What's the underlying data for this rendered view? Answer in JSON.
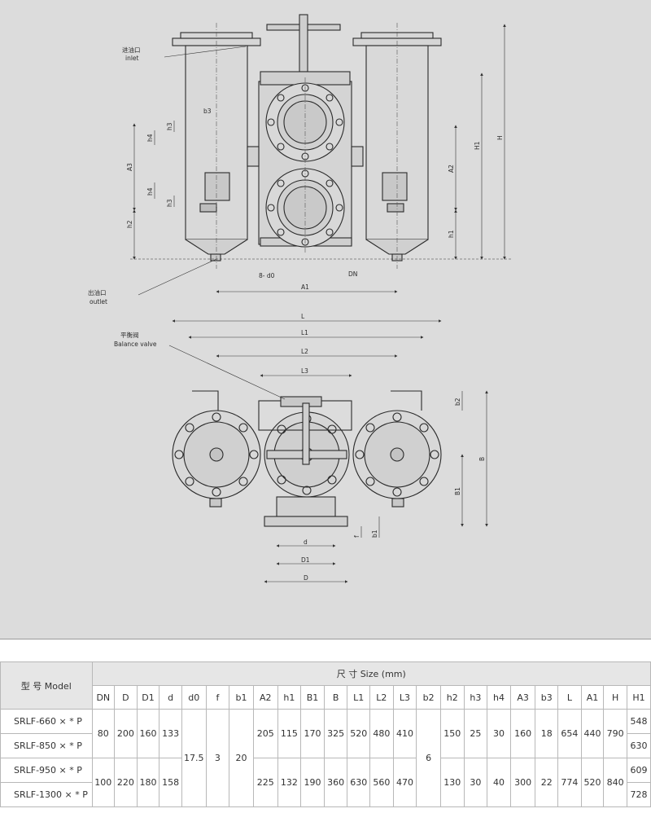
{
  "drawing": {
    "front_labels": {
      "inlet_cn": "进油口",
      "inlet_en": "inlet",
      "outlet_cn": "出油口",
      "outlet_en": "outlet",
      "bolts": "8- d0",
      "dn": "DN",
      "a1": "A1",
      "a2": "A2",
      "a3": "A3",
      "h": "H",
      "h1": "H1",
      "h1_small": "h1",
      "h2": "h2",
      "h3_top": "h3",
      "h4_top": "h4",
      "h4_bottom": "h4",
      "h3_bottom": "h3",
      "b3": "b3"
    },
    "top_labels": {
      "balance_cn": "平衡阀",
      "balance_en": "Balance valve",
      "l": "L",
      "l1": "L1",
      "l2": "L2",
      "l3": "L3",
      "b2": "b2",
      "b": "B",
      "b1": "B1",
      "f": "f",
      "b1_small": "b1",
      "d": "d",
      "d1": "D1",
      "d_big": "D"
    }
  },
  "table": {
    "model_header": "型    号 Model",
    "size_header": "尺    寸    Size (mm)",
    "columns": [
      "DN",
      "D",
      "D1",
      "d",
      "d0",
      "f",
      "b1",
      "A2",
      "h1",
      "B1",
      "B",
      "L1",
      "L2",
      "L3",
      "b2",
      "h2",
      "h3",
      "h4",
      "A3",
      "b3",
      "L",
      "A1",
      "H",
      "H1"
    ],
    "models": [
      "SRLF-660  × * P",
      "SRLF-850  × * P",
      "SRLF-950  × * P",
      "SRLF-1300  × * P"
    ],
    "group1": {
      "DN": "80",
      "D": "200",
      "D1": "160",
      "d": "133",
      "A2": "205",
      "h1": "115",
      "B1": "170",
      "B": "325",
      "L1": "520",
      "L2": "480",
      "L3": "410",
      "h2": "150",
      "h3": "25",
      "h4": "30",
      "A3": "160",
      "b3": "18",
      "L": "654",
      "A1": "440",
      "H": "790"
    },
    "group2": {
      "DN": "100",
      "D": "220",
      "D1": "180",
      "d": "158",
      "A2": "225",
      "h1": "132",
      "B1": "190",
      "B": "360",
      "L1": "630",
      "L2": "560",
      "L3": "470",
      "h2": "130",
      "h3": "30",
      "h4": "40",
      "A3": "300",
      "b3": "22",
      "L": "774",
      "A1": "520",
      "H": "840"
    },
    "shared": {
      "d0": "17.5",
      "f": "3",
      "b1": "20",
      "b2": "6"
    },
    "H1": [
      "548",
      "630",
      "609",
      "728"
    ]
  }
}
